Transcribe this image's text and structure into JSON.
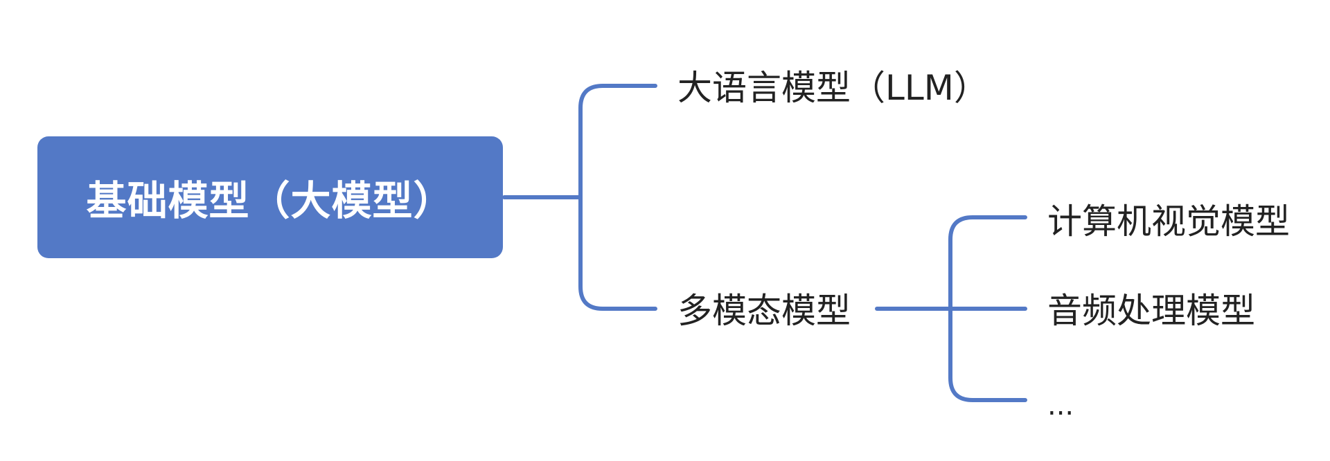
{
  "diagram": {
    "root": {
      "label": "基础模型（大模型）"
    },
    "branches": [
      {
        "label": "大语言模型（LLM）"
      },
      {
        "label": "多模态模型",
        "children": [
          {
            "label": "计算机视觉模型"
          },
          {
            "label": "音频处理模型"
          },
          {
            "label": "..."
          }
        ]
      }
    ]
  },
  "colors": {
    "accent": "#5379c6",
    "text": "#222222",
    "root_text": "#ffffff",
    "background": "#ffffff"
  }
}
